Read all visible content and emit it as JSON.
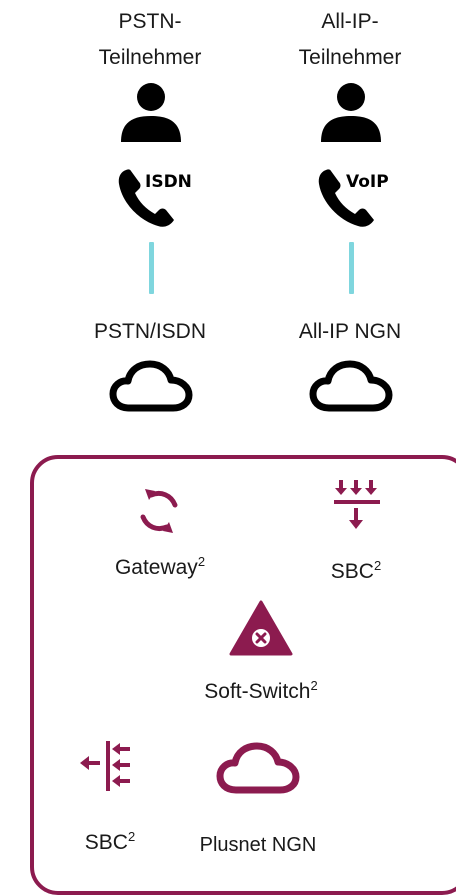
{
  "colors": {
    "accent": "#8c1b4f",
    "connector": "#7fd6de",
    "dark": "#000000"
  },
  "top": {
    "left": {
      "subscriber_line1": "PSTN-",
      "subscriber_line2": "Teilnehmer",
      "phone_badge": "ISDN",
      "network_label": "PSTN/ISDN",
      "icons": [
        "user-icon",
        "phone-icon",
        "cloud-icon"
      ]
    },
    "right": {
      "subscriber_line1": "All-IP-",
      "subscriber_line2": "Teilnehmer",
      "phone_badge": "VoIP",
      "network_label": "All-IP NGN",
      "icons": [
        "user-icon",
        "phone-icon",
        "cloud-icon"
      ]
    }
  },
  "panel": {
    "gateway": {
      "label": "Gateway",
      "sup": "2",
      "icon": "gateway-icon"
    },
    "sbc_top": {
      "label": "SBC",
      "sup": "2",
      "icon": "sbc-icon"
    },
    "softswitch": {
      "label": "Soft-Switch",
      "sup": "2",
      "icon": "softswitch-icon"
    },
    "sbc_bottom": {
      "label": "SBC",
      "sup": "2",
      "icon": "sbc-icon"
    },
    "plusnet": {
      "label": "Plusnet NGN",
      "icon": "cloud-icon"
    }
  }
}
